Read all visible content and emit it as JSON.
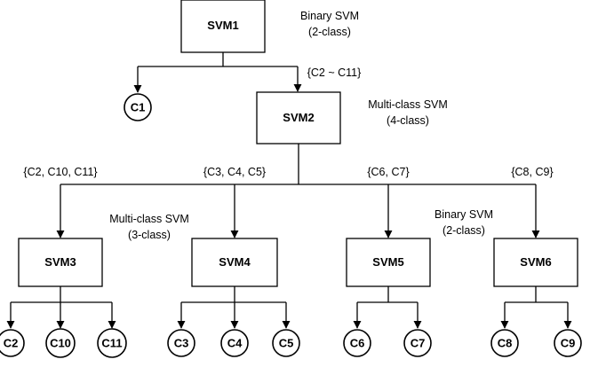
{
  "nodes": {
    "svm1": "SVM1",
    "svm2": "SVM2",
    "svm3": "SVM3",
    "svm4": "SVM4",
    "svm5": "SVM5",
    "svm6": "SVM6"
  },
  "leaves": {
    "c1": "C1",
    "c2": "C2",
    "c10": "C10",
    "c11": "C11",
    "c3": "C3",
    "c4": "C4",
    "c5": "C5",
    "c6": "C6",
    "c7": "C7",
    "c8": "C8",
    "c9": "C9"
  },
  "annotations": {
    "svm1_type": "Binary SVM",
    "svm1_classes": "(2-class)",
    "svm2_type": "Multi-class SVM",
    "svm2_classes": "(4-class)",
    "svm3_type": "Multi-class SVM",
    "svm3_classes": "(3-class)",
    "svm56_type": "Binary SVM",
    "svm56_classes": "(2-class)"
  },
  "edge_labels": {
    "to_svm2": "{C2 ~ C11}",
    "to_svm3": "{C2, C10,  C11}",
    "to_svm4": "{C3, C4,  C5}",
    "to_svm5": "{C6, C7}",
    "to_svm6": "{C8, C9}"
  }
}
